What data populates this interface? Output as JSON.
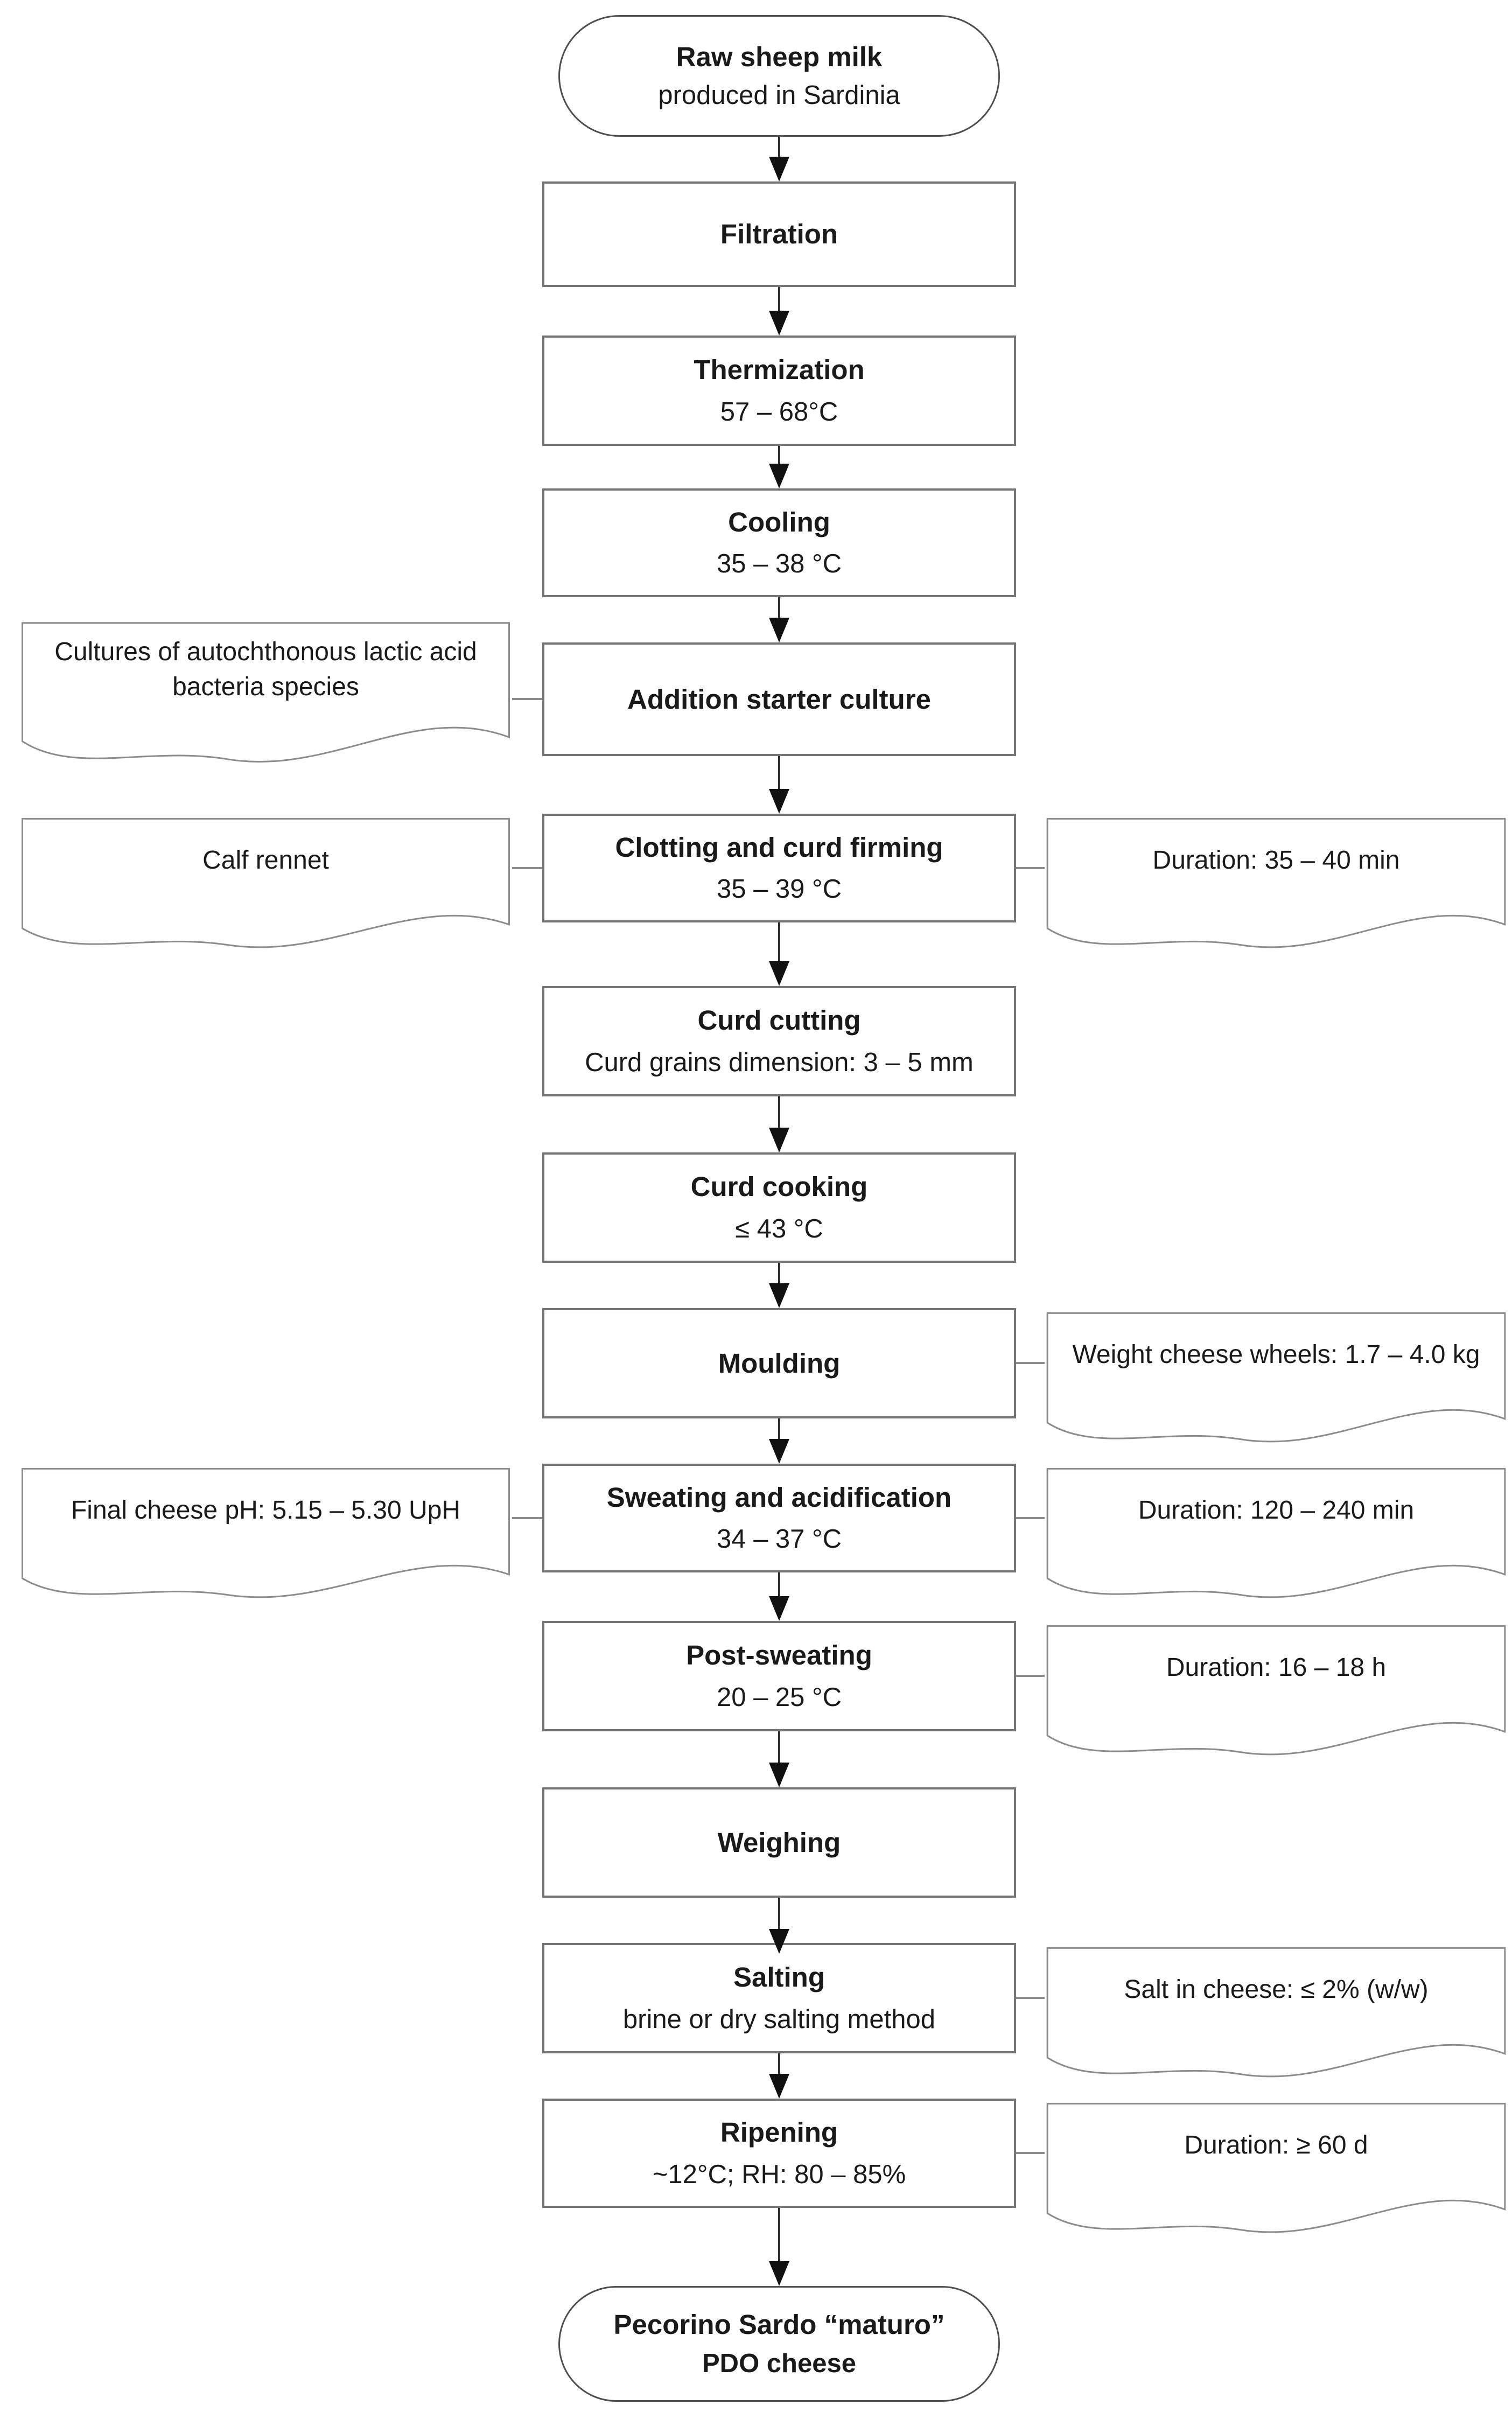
{
  "diagram": {
    "description": "Flow chart of the manufacturing process of Pecorino Sardo maturo PDO cheese",
    "colors": {
      "background": "#ffffff",
      "box_border": "#757575",
      "oval_border": "#4f4f4f",
      "note_border": "#8c8c8c",
      "text": "#1a1a1a",
      "arrow": "#111111"
    },
    "nodes": [
      {
        "id": "start",
        "type": "terminator",
        "title": "Raw sheep milk",
        "subtitle": "produced in Sardinia"
      },
      {
        "id": "filtration",
        "type": "process",
        "title": "Filtration",
        "subtitle": ""
      },
      {
        "id": "thermization",
        "type": "process",
        "title": "Thermization",
        "subtitle": "57 – 68°C"
      },
      {
        "id": "cooling",
        "type": "process",
        "title": "Cooling",
        "subtitle": "35 – 38 °C"
      },
      {
        "id": "starter",
        "type": "process",
        "title": "Addition starter culture",
        "subtitle": ""
      },
      {
        "id": "clotting",
        "type": "process",
        "title": "Clotting and curd firming",
        "subtitle": "35 – 39 °C"
      },
      {
        "id": "curd-cutting",
        "type": "process",
        "title": "Curd cutting",
        "subtitle": "Curd grains dimension: 3 – 5 mm"
      },
      {
        "id": "curd-cooking",
        "type": "process",
        "title": "Curd cooking",
        "subtitle": "≤ 43 °C"
      },
      {
        "id": "moulding",
        "type": "process",
        "title": "Moulding",
        "subtitle": ""
      },
      {
        "id": "sweating",
        "type": "process",
        "title": "Sweating and acidification",
        "subtitle": "34 – 37 °C"
      },
      {
        "id": "post-sweating",
        "type": "process",
        "title": "Post-sweating",
        "subtitle": "20 – 25 °C"
      },
      {
        "id": "weighing",
        "type": "process",
        "title": "Weighing",
        "subtitle": ""
      },
      {
        "id": "salting",
        "type": "process",
        "title": "Salting",
        "subtitle": "brine or dry salting method"
      },
      {
        "id": "ripening",
        "type": "process",
        "title": "Ripening",
        "subtitle": "~12°C; RH: 80 – 85%"
      },
      {
        "id": "end",
        "type": "terminator",
        "title": "Pecorino Sardo “maturo”",
        "subtitle": "PDO cheese"
      }
    ],
    "annotations": [
      {
        "id": "starter-cultures",
        "side": "left",
        "target": "starter",
        "text": "Cultures of autochthonous lactic acid bacteria species"
      },
      {
        "id": "calf-rennet",
        "side": "left",
        "target": "clotting",
        "text": "Calf rennet"
      },
      {
        "id": "clotting-duration",
        "side": "right",
        "target": "clotting",
        "text": "Duration: 35 – 40 min"
      },
      {
        "id": "cheese-wheel-weight",
        "side": "right",
        "target": "moulding",
        "text": "Weight cheese wheels: 1.7 – 4.0 kg"
      },
      {
        "id": "final-cheese-ph",
        "side": "left",
        "target": "sweating",
        "text": "Final cheese pH: 5.15 – 5.30 UpH"
      },
      {
        "id": "sweating-duration",
        "side": "right",
        "target": "sweating",
        "text": "Duration: 120 – 240 min"
      },
      {
        "id": "post-sweating-duration",
        "side": "right",
        "target": "post-sweating",
        "text": "Duration: 16 – 18 h"
      },
      {
        "id": "salt-content",
        "side": "right",
        "target": "salting",
        "text": "Salt in cheese: ≤ 2% (w/w)"
      },
      {
        "id": "ripening-duration",
        "side": "right",
        "target": "ripening",
        "text": "Duration: ≥ 60 d"
      }
    ]
  }
}
